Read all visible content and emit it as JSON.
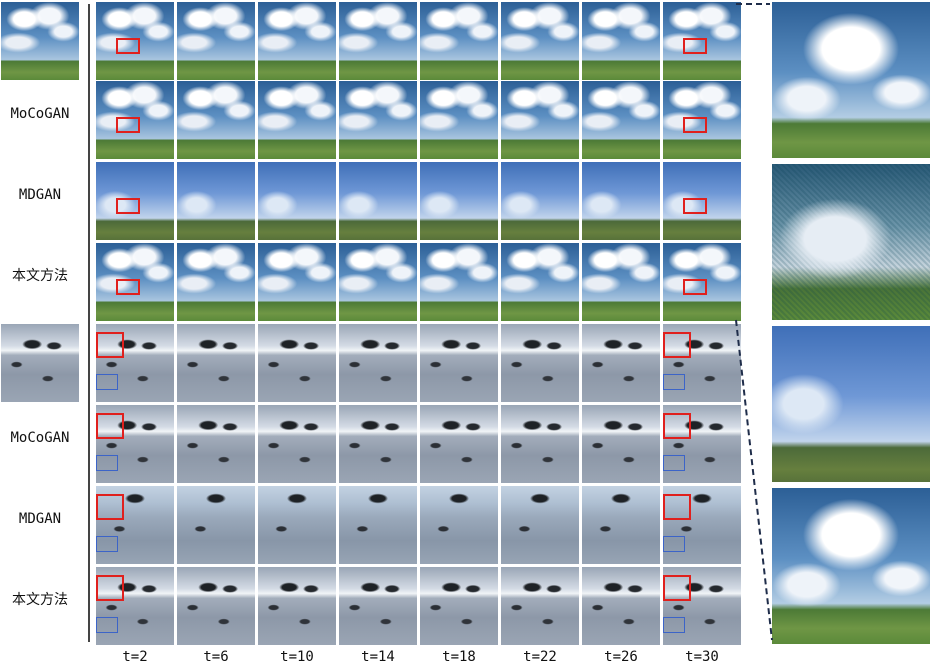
{
  "row_labels": [
    "",
    "MoCoGAN",
    "MDGAN",
    "本文方法",
    "",
    "MoCoGAN",
    "MDGAN",
    "本文方法"
  ],
  "time_labels": [
    "t=2",
    "t=6",
    "t=10",
    "t=14",
    "t=18",
    "t=22",
    "t=26",
    "t=30"
  ],
  "colors": {
    "red_box": "#e0201d",
    "blue_box": "#3c64c8",
    "divider": "#444444",
    "dash": "#1f2d4a"
  }
}
